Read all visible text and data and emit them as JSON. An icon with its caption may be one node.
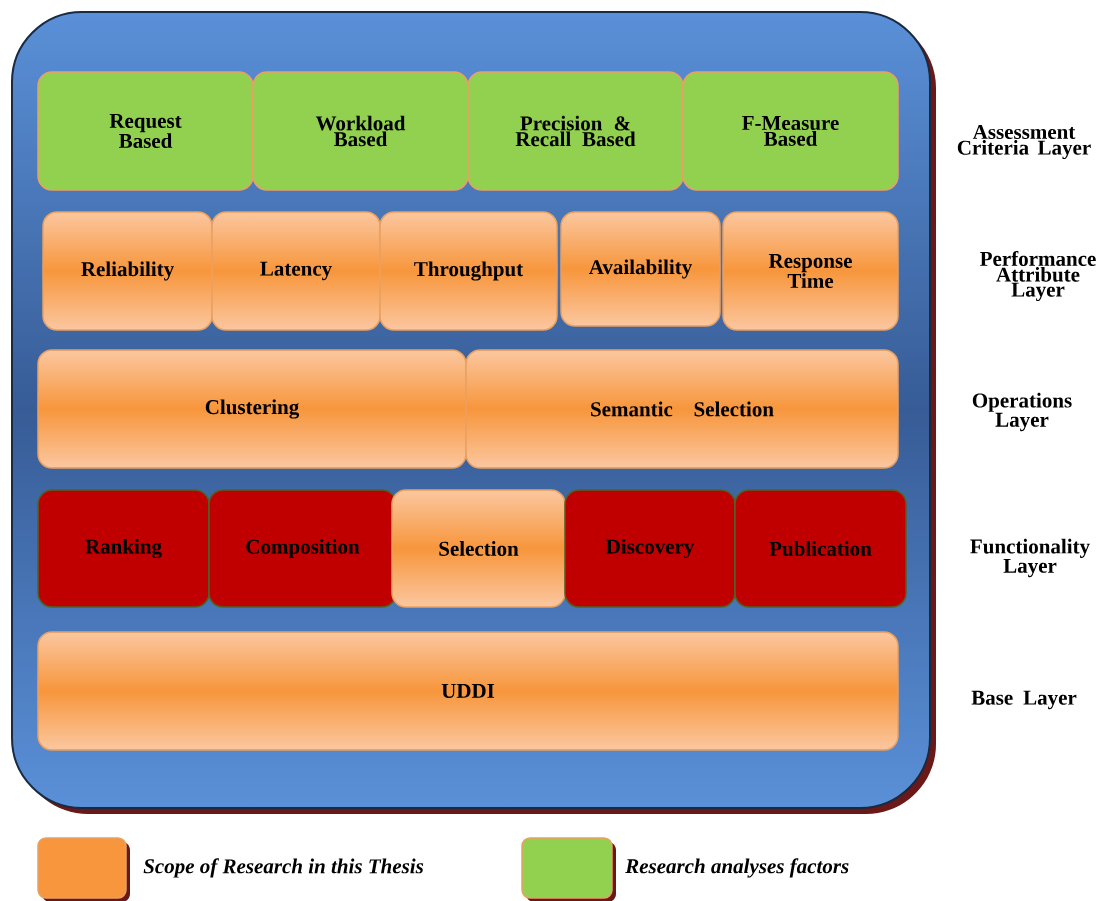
{
  "diagram": {
    "nodes": [
      {
        "text": [],
        "shape": "box"
      },
      {
        "text": [
          "Request Based"
        ],
        "in": 0
      },
      {
        "text": [
          "Workload Based"
        ],
        "in": 0
      },
      {
        "text": [
          "Precision & Recall Based"
        ],
        "in": 0
      },
      {
        "text": [
          "F-Measure Based"
        ],
        "in": 0
      },
      {
        "text": [
          "Reliability"
        ],
        "in": 0
      },
      {
        "text": [
          "Latency"
        ],
        "in": 0
      },
      {
        "text": [
          "Throughput"
        ],
        "in": 0
      },
      {
        "text": [
          "Availability"
        ],
        "in": 0
      },
      {
        "text": [
          "Response Time"
        ],
        "in": 0
      },
      {
        "text": [
          "Clustering"
        ],
        "in": 0
      },
      {
        "text": [
          "Semantic Selection"
        ],
        "in": 0
      },
      {
        "text": [
          "Ranking"
        ],
        "in": 0
      },
      {
        "text": [
          "Composition"
        ],
        "in": 0
      },
      {
        "text": [
          "Selection"
        ],
        "in": 0
      },
      {
        "text": [
          "Discovery"
        ],
        "in": 0
      },
      {
        "text": [
          "Publication"
        ],
        "in": 0
      },
      {
        "text": [
          "UDDI"
        ],
        "in": 0
      }
    ],
    "labels": [
      "Assessment Criteria Layer",
      "Performance Attribute Layer",
      "Operations Layer",
      "Functionality Layer",
      "Base Layer"
    ],
    "legend": [
      {
        "text": "Scope of Research in this Thesis",
        "color": "#f7963c"
      },
      {
        "text": "Research analyses factors",
        "color": "#92d050"
      }
    ]
  }
}
